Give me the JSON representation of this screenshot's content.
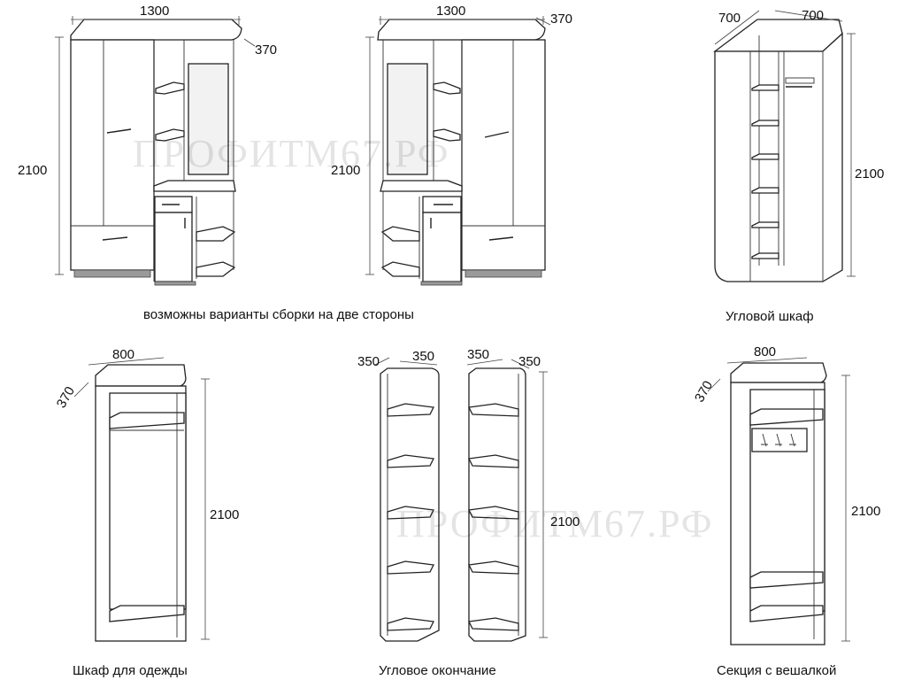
{
  "watermark": "ПРОФИТМ67.РФ",
  "items": [
    {
      "id": "wardrobe-left",
      "dims": {
        "width": "1300",
        "depth": "370",
        "height": "2100"
      }
    },
    {
      "id": "wardrobe-right",
      "dims": {
        "width": "1300",
        "depth": "370",
        "height": "2100"
      },
      "caption": "возможны варианты сборки на две стороны"
    },
    {
      "id": "corner-wardrobe",
      "dims": {
        "width_left": "700",
        "width_right": "700",
        "height": "2100"
      },
      "caption": "Угловой шкаф"
    },
    {
      "id": "clothes-wardrobe",
      "dims": {
        "width": "800",
        "depth": "370",
        "height": "2100"
      },
      "caption": "Шкаф для одежды"
    },
    {
      "id": "corner-ending",
      "dims": {
        "left_a": "350",
        "left_b": "350",
        "right_a": "350",
        "right_b": "350",
        "height": "2100"
      },
      "caption": "Угловое окончание"
    },
    {
      "id": "hanger-section",
      "dims": {
        "width": "800",
        "depth": "370",
        "height": "2100"
      },
      "caption": "Секция с вешалкой"
    }
  ]
}
